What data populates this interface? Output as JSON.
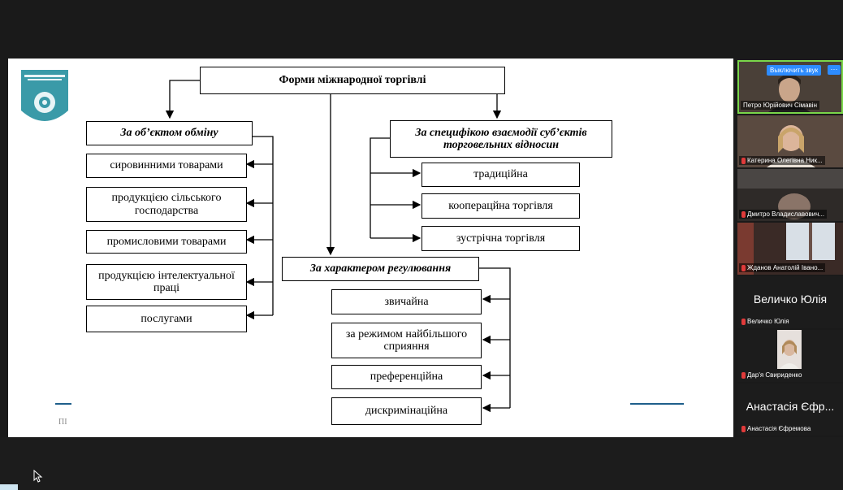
{
  "slide": {
    "title": "Форми міжнародної торгівлі",
    "left_header": "За об’єктом обміну",
    "left_items": [
      "сировинними товарами",
      "продукцією сільського господарства",
      "промисловими товарами",
      "продукцією інтелектуальної праці",
      "послугами"
    ],
    "right_header": "За специфікою взаємодії суб’єктів торговельних відносин",
    "right_items": [
      "традиційна",
      "кооперацйна торгівля",
      "зустрічна торгівля"
    ],
    "mid_header": "За характером регулювання",
    "mid_items": [
      "звичайна",
      "за режимом найбільшого сприяння",
      "преференційна",
      "дискримінаційна"
    ],
    "footer": "ПІ"
  },
  "participants": {
    "unmute_label": "Выключить звук",
    "more_label": "···",
    "tiles": [
      {
        "name": "Петро Юрійович Сімавін"
      },
      {
        "name": "Катерина Олегівна Ник..."
      },
      {
        "name": "Дмитро Владиславович..."
      },
      {
        "name": "Жданов Анатолій Івано..."
      },
      {
        "big_name": "Величко Юлія",
        "name": "Величко Юлія"
      },
      {
        "name": "Дар'я Свириденко"
      },
      {
        "big_name": "Анастасія Єфр...",
        "name": "Анастасія Єфремова"
      }
    ]
  },
  "colors": {
    "accent": "#2d8cff",
    "muted_mic": "#e03a3a",
    "slide_line": "#1f5f8b"
  }
}
